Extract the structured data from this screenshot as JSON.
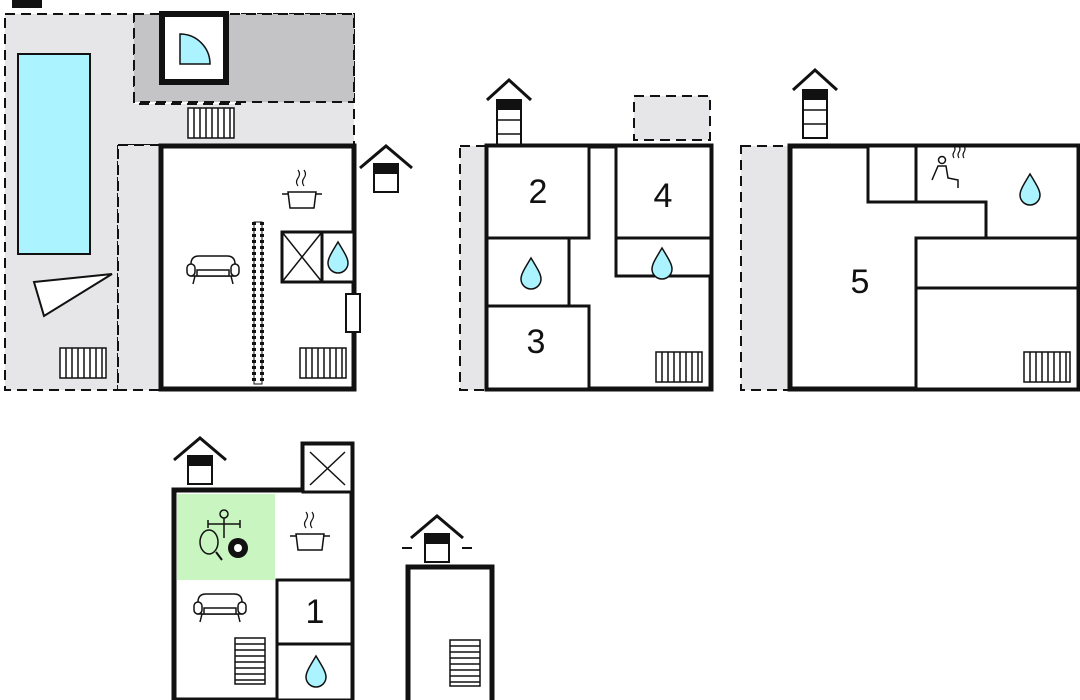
{
  "floor_plan": {
    "rooms": [
      {
        "id": "room-1",
        "number": "1"
      },
      {
        "id": "room-2",
        "number": "2"
      },
      {
        "id": "room-3",
        "number": "3"
      },
      {
        "id": "room-4",
        "number": "4"
      },
      {
        "id": "room-5",
        "number": "5"
      }
    ],
    "icons": [
      "sofa-icon",
      "cooking-pot-icon",
      "water-drop-icon",
      "stairs-icon",
      "entrance-icon",
      "fireplace-icon",
      "sauna-icon",
      "activity-room-icon",
      "pool-icon",
      "sunbed-icon",
      "window-icon"
    ],
    "colors": {
      "wall": "#111111",
      "outdoor_area": "#e6e6e8",
      "pool_water": "#aaf3ff",
      "activity_room": "#c8f5c0",
      "paved_area": "#c4c4c6"
    }
  }
}
